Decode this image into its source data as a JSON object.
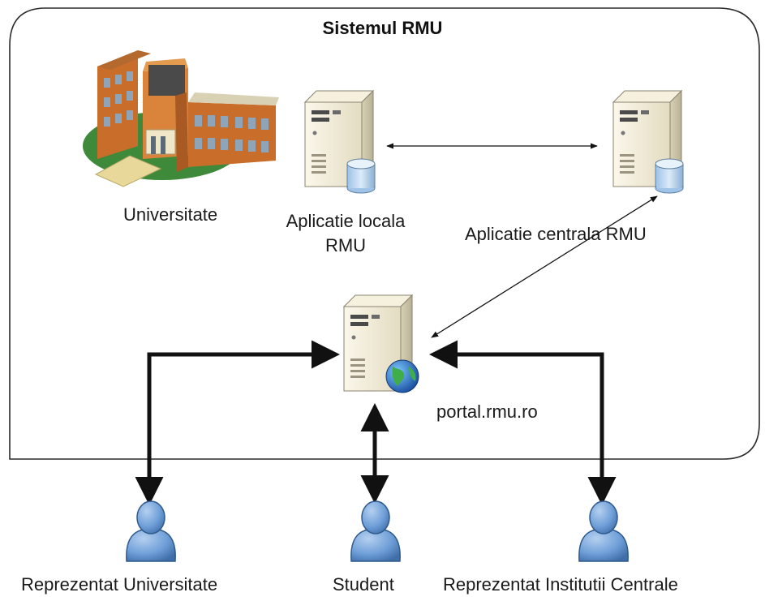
{
  "diagram": {
    "title": "Sistemul RMU",
    "nodes": {
      "university": {
        "label": "Universitate",
        "icon": "university-building-icon"
      },
      "local_app": {
        "label_line1": "Aplicatie locala",
        "label_line2": "RMU",
        "icon": "database-server-icon"
      },
      "central_app": {
        "label": "Aplicatie centrala RMU",
        "icon": "database-server-icon"
      },
      "portal": {
        "label": "portal.rmu.ro",
        "icon": "web-server-icon"
      },
      "actor_university": {
        "label": "Reprezentat Universitate",
        "icon": "user-icon"
      },
      "actor_student": {
        "label": "Student",
        "icon": "user-icon"
      },
      "actor_institutions": {
        "label": "Reprezentat Institutii Centrale",
        "icon": "user-icon"
      }
    },
    "edges": [
      {
        "from": "local_app",
        "to": "central_app",
        "style": "thin-bidirectional"
      },
      {
        "from": "central_app",
        "to": "portal",
        "style": "thin-bidirectional"
      },
      {
        "from": "actor_university",
        "to": "portal",
        "style": "thick-bidirectional"
      },
      {
        "from": "actor_student",
        "to": "portal",
        "style": "thick-bidirectional"
      },
      {
        "from": "actor_institutions",
        "to": "portal",
        "style": "thick-bidirectional"
      }
    ],
    "colors": {
      "person": "#6f9fd8",
      "person_dark": "#3f6ea8",
      "server": "#f1ead5",
      "database": "#bcd6ef",
      "building_wall": "#c86d2a",
      "building_roof": "#b46a2e",
      "grass": "#3f8a3a"
    }
  }
}
